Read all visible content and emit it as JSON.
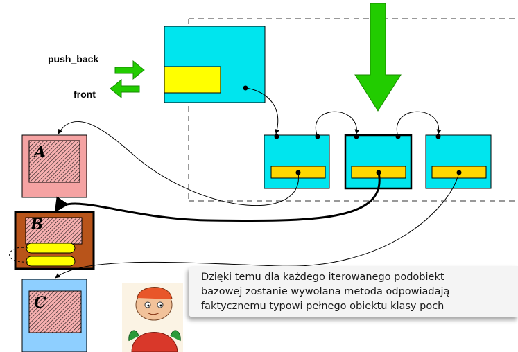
{
  "labels": {
    "push_back": "push_back",
    "front": "front"
  },
  "objects": {
    "a": "A",
    "b": "B",
    "c": "C"
  },
  "caption": {
    "line1": "Dzięki temu dla każdego iterowanego podobiekt",
    "line2": "bazowej zostanie wywołana metoda odpowiadają",
    "line3": "faktycznemu typowi pełnego obiektu klasy poch"
  },
  "colors": {
    "node": "#00e5ee",
    "field": "#ffd700",
    "arrow": "#22cc00",
    "objA": "#f5a3a3",
    "objB": "#b8541a",
    "objC": "#8ecfff",
    "ellipse": "#ffff00"
  }
}
